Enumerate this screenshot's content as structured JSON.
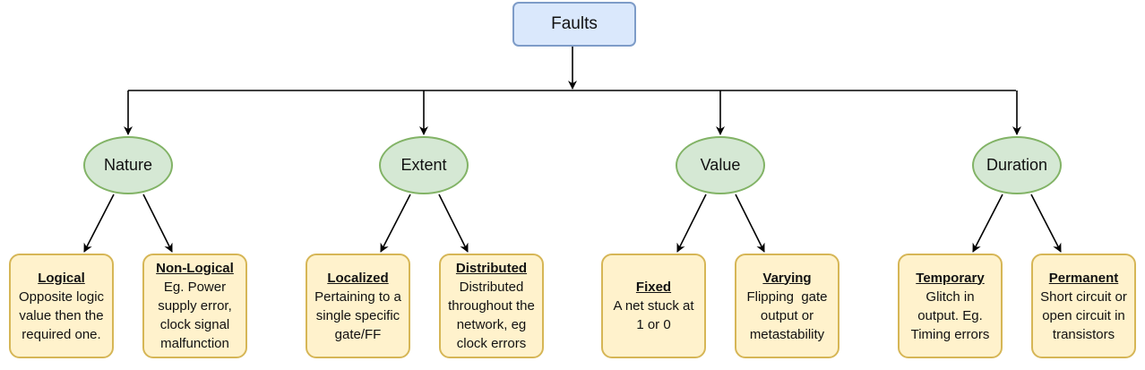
{
  "root": {
    "label": "Faults"
  },
  "categories": [
    {
      "label": "Nature",
      "children": [
        {
          "title": "Logical",
          "text": [
            "Opposite logic",
            "value then the",
            "required one."
          ]
        },
        {
          "title": "Non-Logical",
          "text": [
            "Eg. Power",
            "supply error,",
            "clock signal",
            "malfunction"
          ]
        }
      ]
    },
    {
      "label": "Extent",
      "children": [
        {
          "title": "Localized",
          "text": [
            "Pertaining to a",
            "single specific",
            "gate/FF"
          ]
        },
        {
          "title": "Distributed",
          "text": [
            "Distributed",
            "throughout the",
            "network, eg",
            "clock errors"
          ]
        }
      ]
    },
    {
      "label": "Value",
      "children": [
        {
          "title": "Fixed",
          "text": [
            "A net stuck at",
            "1 or 0"
          ]
        },
        {
          "title": "Varying",
          "text": [
            "Flipping  gate",
            "output or",
            "metastability"
          ]
        }
      ]
    },
    {
      "label": "Duration",
      "children": [
        {
          "title": "Temporary",
          "text": [
            "Glitch in",
            "output. Eg.",
            "Timing errors"
          ]
        },
        {
          "title": "Permanent",
          "text": [
            "Short circuit or",
            "open circuit in",
            "transistors"
          ]
        }
      ]
    }
  ],
  "colors": {
    "root_fill": "#dae8fc",
    "category_fill": "#d5e8d4",
    "leaf_fill": "#fff2cc",
    "edge": "#000000"
  }
}
